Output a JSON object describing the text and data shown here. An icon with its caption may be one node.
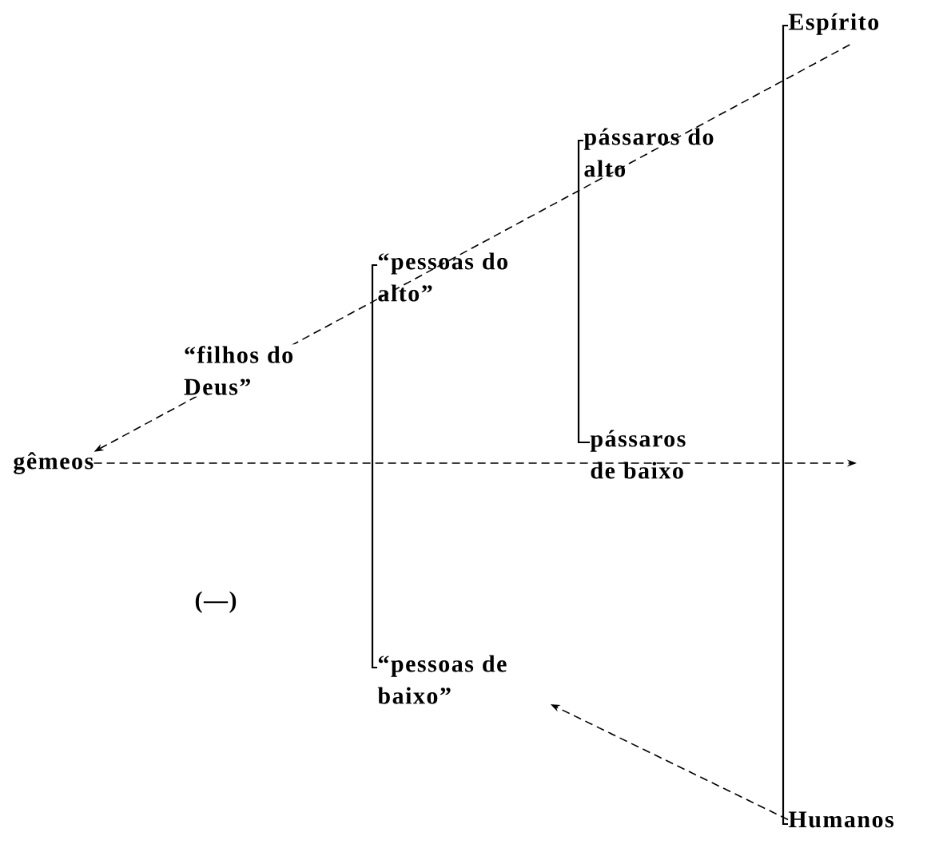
{
  "diagram": {
    "nodes": [
      {
        "text": [
          "Espírito"
        ]
      },
      {
        "text": [
          "pássaros do alto"
        ]
      },
      {
        "text": [
          "“pessoas do alto”"
        ]
      },
      {
        "text": [
          "gêmeos"
        ]
      },
      {
        "text": [
          "pássaros de baixo"
        ]
      },
      {
        "text": [
          "“pessoas de baixo”"
        ]
      },
      {
        "text": [
          "Humanos"
        ]
      }
    ],
    "edges": [
      {
        "from": 0,
        "to": 3,
        "arrow": "to",
        "style": "dashed",
        "label": "“filhos do Deus”"
      },
      {
        "from": 3,
        "to": null,
        "arrow": "to",
        "style": "dashed"
      },
      {
        "from": 6,
        "to": 5,
        "arrow": "to",
        "style": "dashed"
      },
      {
        "from": 0,
        "to": 6,
        "arrow": "none"
      },
      {
        "from": 1,
        "to": 4,
        "arrow": "none"
      },
      {
        "from": 2,
        "to": 5,
        "arrow": "none"
      }
    ],
    "labels": [
      "(—)"
    ]
  }
}
